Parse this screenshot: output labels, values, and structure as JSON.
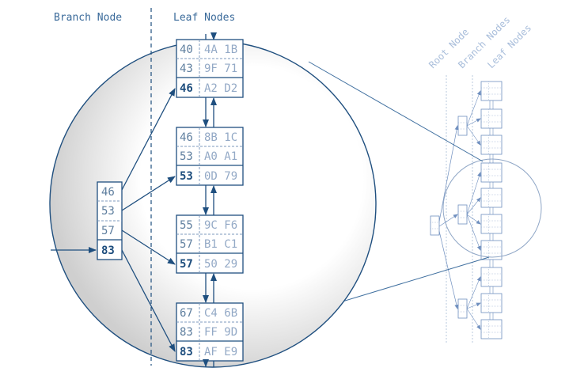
{
  "headers": {
    "branch_node": "Branch Node",
    "leaf_nodes": "Leaf Nodes"
  },
  "overview_headers": {
    "root_node": "Root Node",
    "branch_nodes": "Branch Nodes",
    "leaf_nodes": "Leaf Nodes"
  },
  "branch": {
    "keys": [
      "46",
      "53",
      "57",
      "83"
    ]
  },
  "leaves": [
    {
      "keys": [
        "40",
        "43",
        "46"
      ],
      "values": [
        "4A 1B",
        "9F 71",
        "A2 D2"
      ]
    },
    {
      "keys": [
        "46",
        "53",
        "53"
      ],
      "values": [
        "8B 1C",
        "A0 A1",
        "0D 79"
      ]
    },
    {
      "keys": [
        "55",
        "57",
        "57"
      ],
      "values": [
        "9C F6",
        "B1 C1",
        "50 29"
      ]
    },
    {
      "keys": [
        "67",
        "83",
        "83"
      ],
      "values": [
        "C4 6B",
        "FF 9D",
        "AF E9"
      ]
    }
  ],
  "colors": {
    "line": "#1f4f7f",
    "header": "#3a6a9a",
    "faded": "#a9bedb",
    "key": "#5f7f9f",
    "value": "#93a9c6"
  }
}
